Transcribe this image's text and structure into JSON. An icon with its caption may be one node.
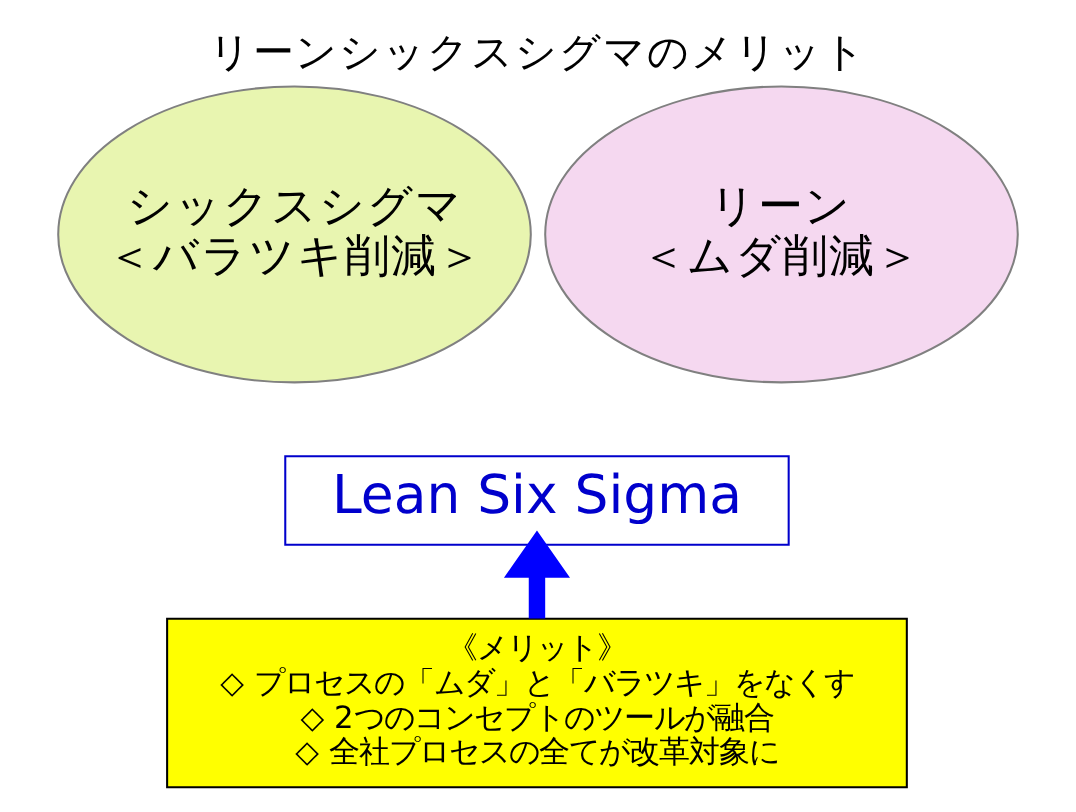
{
  "diagram": {
    "title": "リーンシックスシグマのメリット",
    "nodes": [
      {
        "text": [
          "シックスシグマ",
          "＜バラツキ削減＞"
        ]
      },
      {
        "text": [
          "リーン",
          "＜ムダ削減＞"
        ]
      },
      {
        "text": [
          "Lean Six Sigma"
        ]
      },
      {
        "text": [
          "《メリット》",
          "◇ プロセスの「ムダ」と「バラツキ」をなくす",
          "◇ 2つのコンセプトのツールが融合",
          "◇ 全社プロセスの全てが改革対象に"
        ]
      }
    ],
    "edges": [
      {
        "from": 3,
        "to": 2,
        "arrow": "to",
        "color": "#0000ff"
      }
    ]
  }
}
